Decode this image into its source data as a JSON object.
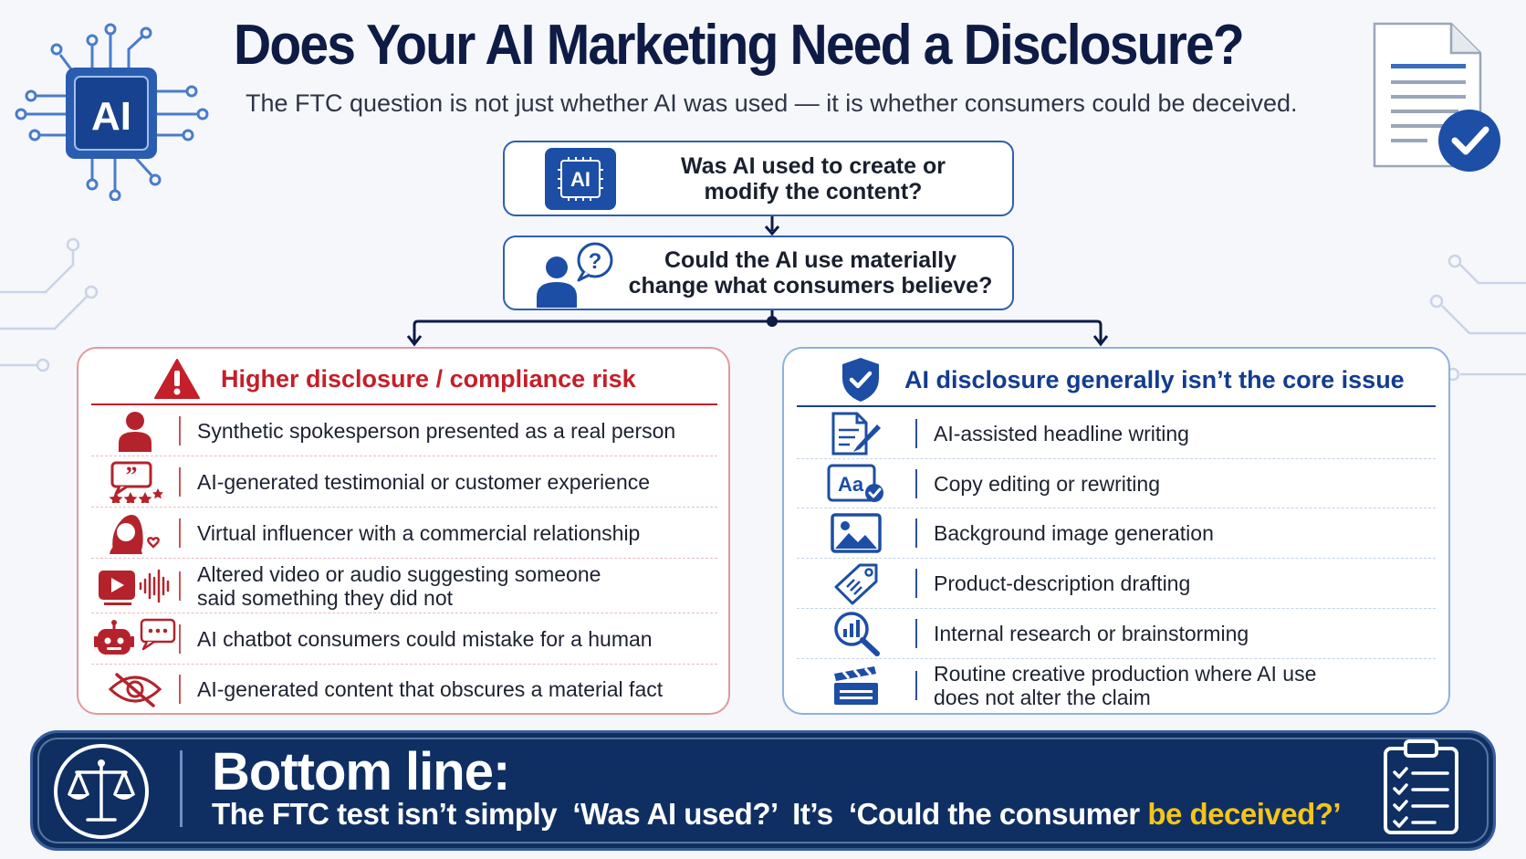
{
  "header": {
    "title": "Does Your AI Marketing Need a Disclosure?",
    "subtitle": "The FTC question is not just whether AI was used — it is whether consumers could be deceived.",
    "ai_chip_label": "AI"
  },
  "flow": {
    "q1": {
      "icon": "ai-chip-icon",
      "chip_label": "AI",
      "line1": "Was AI used to create or",
      "line2": "modify the content?"
    },
    "q2": {
      "icon": "person-question-icon",
      "mark": "?",
      "line1": "Could the AI use materially",
      "line2": "change what consumers believe?"
    }
  },
  "risk_panel": {
    "title": "Higher disclosure / compliance risk",
    "icon": "warning-triangle-icon",
    "items": [
      {
        "icon": "person-icon",
        "text": "Synthetic spokesperson presented as a real person"
      },
      {
        "icon": "testimonial-stars-icon",
        "text": "AI-generated testimonial or customer experience"
      },
      {
        "icon": "influencer-heart-icon",
        "text": "Virtual influencer with a commercial relationship"
      },
      {
        "icon": "video-audio-icon",
        "line1": "Altered video or audio suggesting someone",
        "line2": "said something they did not"
      },
      {
        "icon": "chatbot-icon",
        "text": "AI chatbot consumers could mistake for a human"
      },
      {
        "icon": "hidden-eye-icon",
        "text": "AI-generated content that obscures a material fact"
      }
    ]
  },
  "ok_panel": {
    "title": "AI disclosure generally isn’t the core issue",
    "icon": "shield-check-icon",
    "items": [
      {
        "icon": "document-pen-icon",
        "text": "AI-assisted headline writing"
      },
      {
        "icon": "font-check-icon",
        "glyph": "Aa",
        "text": "Copy editing or rewriting"
      },
      {
        "icon": "image-icon",
        "text": "Background image generation"
      },
      {
        "icon": "price-tag-icon",
        "text": "Product-description drafting"
      },
      {
        "icon": "magnifier-chart-icon",
        "text": "Internal research or brainstorming"
      },
      {
        "icon": "clapperboard-icon",
        "line1": "Routine creative production where AI use",
        "line2": "does not alter the claim"
      }
    ]
  },
  "bottom": {
    "heading": "Bottom line:",
    "text_main": "The FTC test isn’t simply  ‘Was AI used?’  It’s  ‘Could the consumer ",
    "text_highlight": "be deceived?’",
    "left_icon": "scales-of-justice-icon",
    "right_icon": "checklist-clipboard-icon"
  },
  "colors": {
    "navy": "#0d1b45",
    "risk_red": "#c41f2a",
    "ok_blue": "#123c8f",
    "banner": "#0f2f63",
    "highlight": "#f4c51a"
  }
}
